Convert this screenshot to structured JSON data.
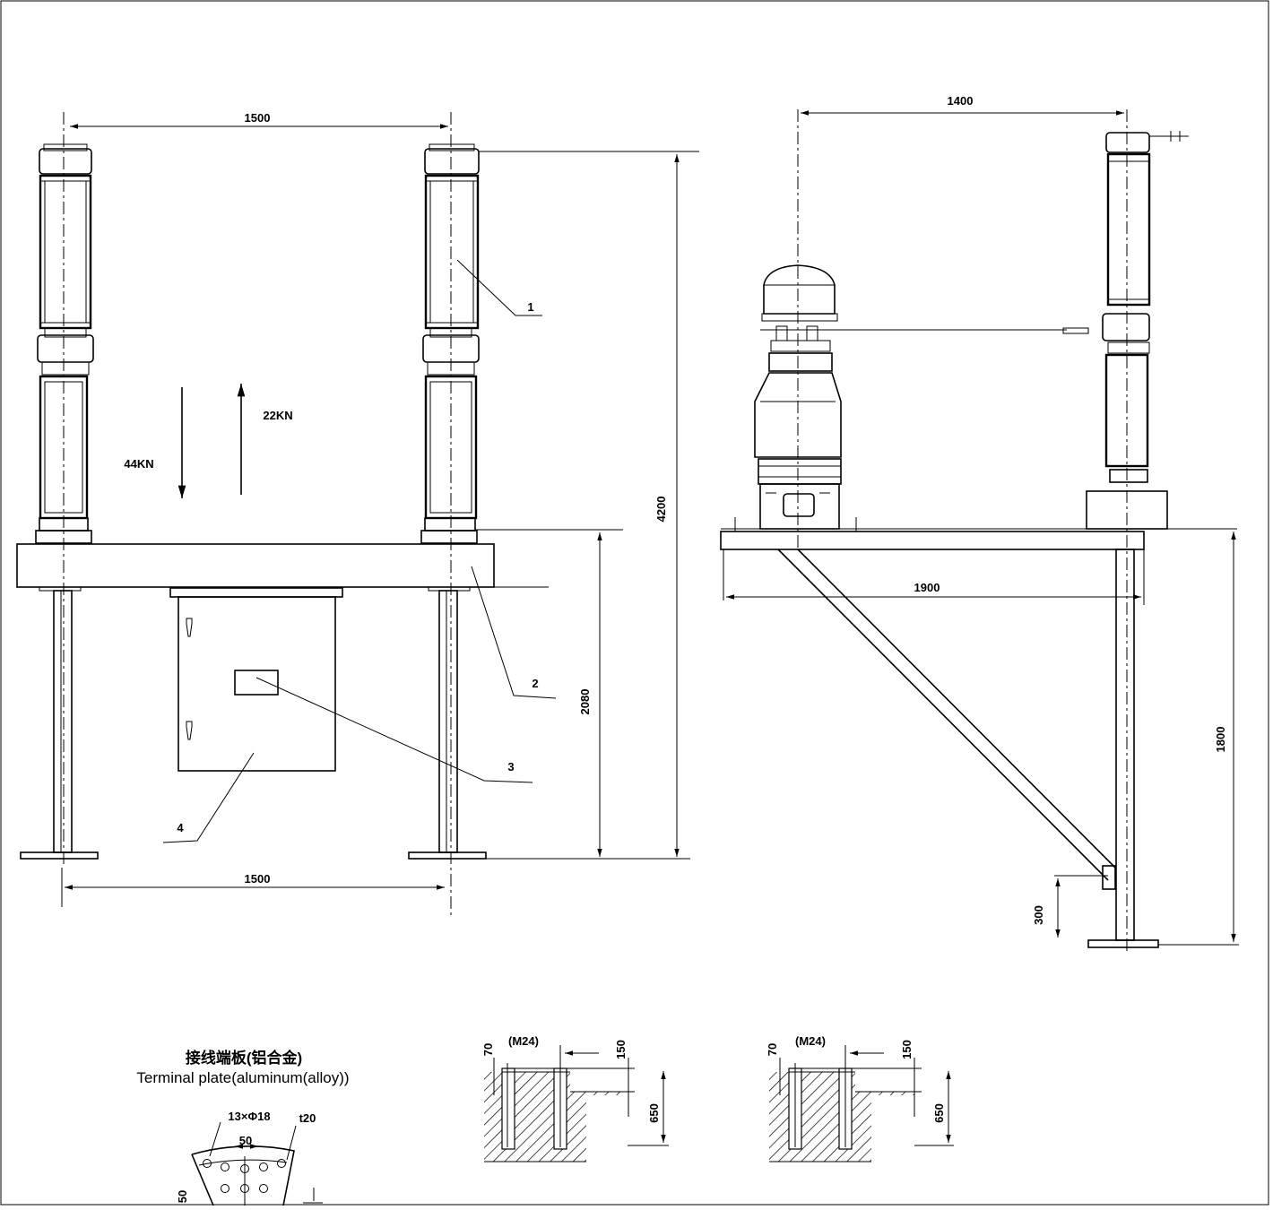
{
  "front_view": {
    "dim_top_spacing": "1500",
    "dim_bottom_spacing": "1500",
    "dim_total_height": "4200",
    "dim_frame_height": "2080",
    "force_down": "44KN",
    "force_up": "22KN",
    "callouts": [
      "1",
      "2",
      "3",
      "4"
    ]
  },
  "side_view": {
    "dim_top_offset": "1400",
    "dim_beam_length": "1900",
    "dim_column_height": "1800",
    "dim_brace_height": "300"
  },
  "terminal_plate": {
    "title_cn": "接线端板(铝合金)",
    "title_en": "Terminal plate(aluminum(alloy))",
    "dim_holes": "13×Φ18",
    "dim_thickness": "t20",
    "dim_pitch": "50",
    "dim_side": "50"
  },
  "foundation_a": {
    "bolt": "(M24)",
    "dim_70": "70",
    "dim_150": "150",
    "dim_650": "650"
  },
  "foundation_b": {
    "bolt": "(M24)",
    "dim_70": "70",
    "dim_150": "150",
    "dim_650": "650"
  }
}
